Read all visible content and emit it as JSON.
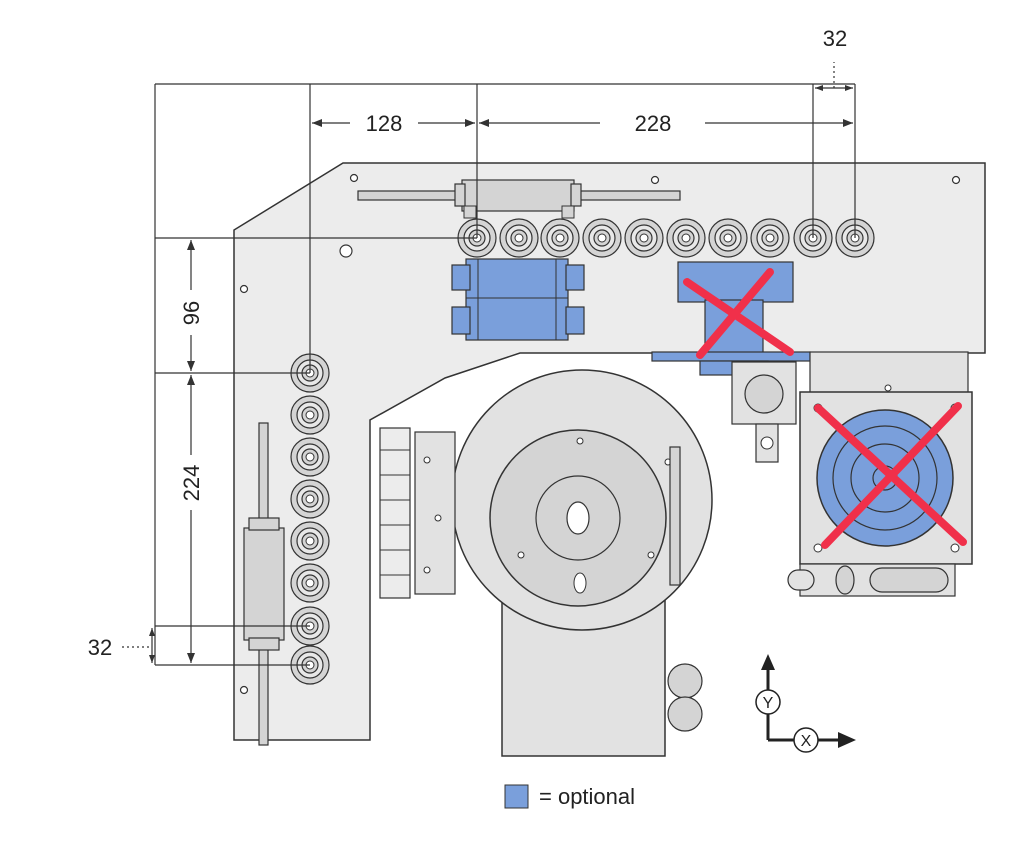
{
  "dimensions": {
    "top_pitch": "32",
    "spacing_128": "128",
    "spacing_228": "228",
    "vertical_96": "96",
    "vertical_224": "224",
    "left_pitch": "32"
  },
  "axes": {
    "y_label": "Y",
    "x_label": "X"
  },
  "legend": {
    "label": "= optional",
    "swatch_color": "#7a9fdb"
  },
  "colors": {
    "plate": "#ececec",
    "part": "#d4d4d4",
    "optional": "#7a9fdb",
    "cross": "#f0304a",
    "line": "#333333"
  }
}
